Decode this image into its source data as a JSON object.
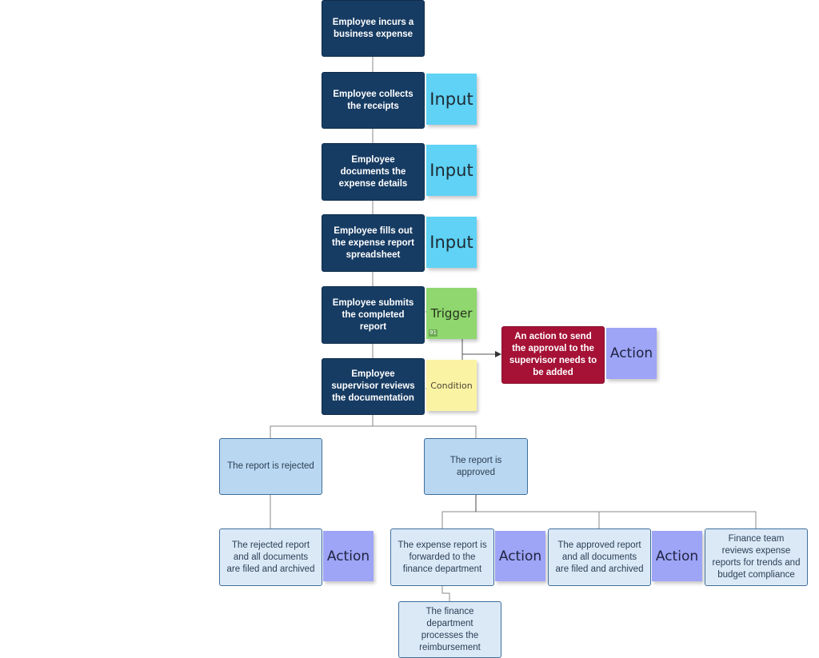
{
  "steps": {
    "incur": "Employee incurs a business expense",
    "collect": "Employee collects the receipts",
    "document": "Employee documents the expense details",
    "fill": "Employee fills out the expense report spreadsheet",
    "submit": "Employee submits the completed report",
    "review": "Employee supervisor reviews the documentation"
  },
  "stickies": {
    "input": "Input",
    "trigger": "Trigger",
    "condition": "Condition",
    "action": "Action",
    "trigger_tag": "91"
  },
  "alert": {
    "text": "An action to send the approval to the supervisor needs to be added",
    "color": "#a51236"
  },
  "outcomes": {
    "rejected": "The report is rejected",
    "approved": "The report is approved"
  },
  "results": {
    "rejected_archived": "The rejected report and all documents are filed and archived",
    "forwarded": "The expense report is forwarded to the finance department",
    "approved_archived": "The approved report and all documents are filed and archived",
    "finance_review": "Finance team reviews expense reports for trends and budget compliance",
    "reimbursement": "The finance department processes the reimbursement"
  },
  "colors": {
    "dark_node": "#173c63",
    "input_sticky": "#5fd2f5",
    "trigger_sticky": "#8fd76e",
    "condition_sticky": "#fbf3a4",
    "action_sticky": "#9ea4f6"
  }
}
